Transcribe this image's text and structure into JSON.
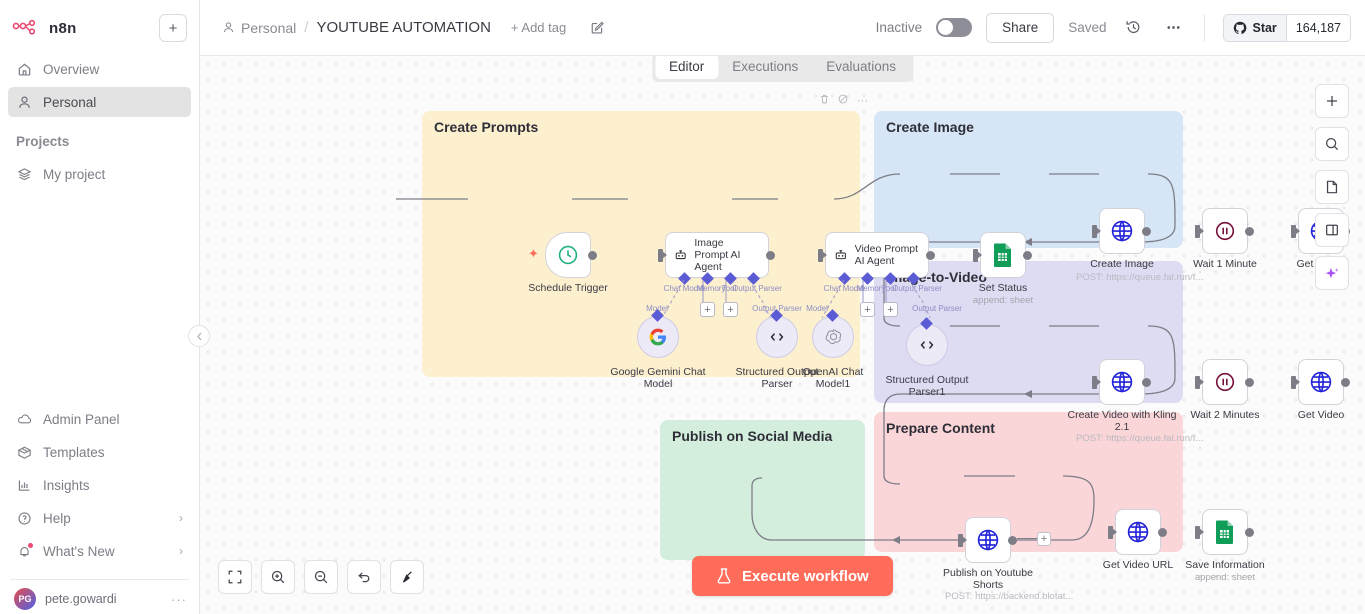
{
  "sidebar": {
    "brand": "n8n",
    "add_button": "+",
    "nav": [
      {
        "label": "Overview",
        "icon": "home-icon",
        "active": false
      },
      {
        "label": "Personal",
        "icon": "person-icon",
        "active": true
      }
    ],
    "section_label": "Projects",
    "projects": [
      {
        "label": "My project",
        "icon": "layers-icon"
      }
    ],
    "bottom": [
      {
        "label": "Admin Panel",
        "icon": "cloud-icon",
        "chevron": ""
      },
      {
        "label": "Templates",
        "icon": "box-icon",
        "chevron": ""
      },
      {
        "label": "Insights",
        "icon": "bar-chart-icon",
        "chevron": ""
      },
      {
        "label": "Help",
        "icon": "question-circle-icon",
        "chevron": "›"
      },
      {
        "label": "What's New",
        "icon": "bell-icon",
        "chevron": "›"
      }
    ],
    "user": {
      "initials": "PG",
      "name": "pete.gowardi",
      "menu": "···"
    }
  },
  "topbar": {
    "breadcrumb_project": "Personal",
    "breadcrumb_separator": "/",
    "workflow_title": "YOUTUBE AUTOMATION",
    "add_tag": "+ Add tag",
    "active_state": "Inactive",
    "share_label": "Share",
    "saved_label": "Saved",
    "history_icon": "history-icon",
    "more_icon": "ellipsis-icon",
    "github": {
      "star_label": "Star",
      "count": "164,187"
    }
  },
  "tabs": [
    {
      "label": "Editor",
      "active": true
    },
    {
      "label": "Executions",
      "active": false
    },
    {
      "label": "Evaluations",
      "active": false
    }
  ],
  "canvas": {
    "groups": [
      {
        "name": "create-prompts",
        "title": "Create Prompts",
        "color": "#fdf0cf",
        "border": "#f2e2b4"
      },
      {
        "name": "create-image",
        "title": "Create Image",
        "color": "#d7e6f7",
        "border": "#c3d8ef"
      },
      {
        "name": "image-to-video",
        "title": "Image-to-Video",
        "color": "#dedcf2",
        "border": "#ccc9e9"
      },
      {
        "name": "prepare-content",
        "title": "Prepare Content",
        "color": "#fbd6d8",
        "border": "#f5c3c6"
      },
      {
        "name": "publish-social",
        "title": "Publish on Social Media",
        "color": "#d4eedd",
        "border": "#bfe3cd"
      }
    ],
    "nodes": [
      {
        "name": "schedule-trigger",
        "label": "Schedule Trigger",
        "sub": "",
        "icon": "clock-icon"
      },
      {
        "name": "image-prompt-ai-agent",
        "label": "Image Prompt AI Agent",
        "sub": "",
        "icon": "robot-icon"
      },
      {
        "name": "video-prompt-ai-agent",
        "label": "Video Prompt AI Agent",
        "sub": "",
        "icon": "robot-icon"
      },
      {
        "name": "set-status",
        "label": "Set Status",
        "sub": "append: sheet",
        "icon": "google-sheets-icon"
      },
      {
        "name": "google-gemini-chat-model",
        "label": "Google Gemini Chat Model",
        "sub": "",
        "icon": "google-icon"
      },
      {
        "name": "structured-output-parser",
        "label": "Structured Output Parser",
        "sub": "",
        "icon": "code-icon"
      },
      {
        "name": "openai-chat-model1",
        "label": "OpenAI Chat Model1",
        "sub": "",
        "icon": "openai-icon"
      },
      {
        "name": "structured-output-parser1",
        "label": "Structured Output Parser1",
        "sub": "",
        "icon": "code-icon"
      },
      {
        "name": "create-image",
        "label": "Create Image",
        "sub": "POST: https://queue.fal.run/f...",
        "icon": "http-globe-icon"
      },
      {
        "name": "wait-1-minute",
        "label": "Wait 1 Minute",
        "sub": "",
        "icon": "pause-icon"
      },
      {
        "name": "get-image",
        "label": "Get Image",
        "sub": "",
        "icon": "http-globe-icon"
      },
      {
        "name": "create-video-with-kling",
        "label": "Create Video with Kling 2.1",
        "sub": "POST: https://queue.fal.run/f...",
        "icon": "http-globe-icon"
      },
      {
        "name": "wait-2-minutes",
        "label": "Wait 2 Minutes",
        "sub": "",
        "icon": "pause-icon"
      },
      {
        "name": "get-video",
        "label": "Get Video",
        "sub": "",
        "icon": "http-globe-icon"
      },
      {
        "name": "get-video-url",
        "label": "Get Video URL",
        "sub": "",
        "icon": "http-globe-icon"
      },
      {
        "name": "save-information",
        "label": "Save Information",
        "sub": "append: sheet",
        "icon": "google-sheets-icon"
      },
      {
        "name": "publish-on-youtube-shorts",
        "label": "Publish on Youtube Shorts",
        "sub": "POST: https://backend.blotat...",
        "icon": "http-globe-icon"
      }
    ],
    "connection_labels": {
      "chat_model": "Chat Model",
      "memory": "Memory",
      "tool": "Tool",
      "output_parser": "Output Parser",
      "model": "Model"
    },
    "group_toolbar": {
      "delete": "delete-icon",
      "disable": "disable-icon",
      "more": "···"
    }
  },
  "canvas_tools": [
    {
      "name": "zoom-to-fit-button",
      "icon": "fit-screen-icon"
    },
    {
      "name": "zoom-in-button",
      "icon": "zoom-in-icon"
    },
    {
      "name": "zoom-out-button",
      "icon": "zoom-out-icon"
    },
    {
      "name": "reset-zoom-button",
      "icon": "undo-icon"
    },
    {
      "name": "tidy-up-button",
      "icon": "broom-icon"
    }
  ],
  "canvas_right_tools": [
    {
      "name": "add-node-button",
      "icon": "plus-icon"
    },
    {
      "name": "search-nodes-button",
      "icon": "search-icon"
    },
    {
      "name": "add-sticky-note-button",
      "icon": "note-icon"
    },
    {
      "name": "toggle-panel-button",
      "icon": "panel-icon"
    },
    {
      "name": "ai-assistant-button",
      "icon": "sparkle-icon"
    }
  ],
  "execute_button": {
    "label": "Execute workflow",
    "icon": "flask-icon",
    "color": "#ff6d5a"
  },
  "colors": {
    "accent": "#ff6d5a",
    "sidebar_active": "#e3e3e3",
    "connector": "#7d7d87",
    "ai_connector": "#5b5bd6"
  }
}
